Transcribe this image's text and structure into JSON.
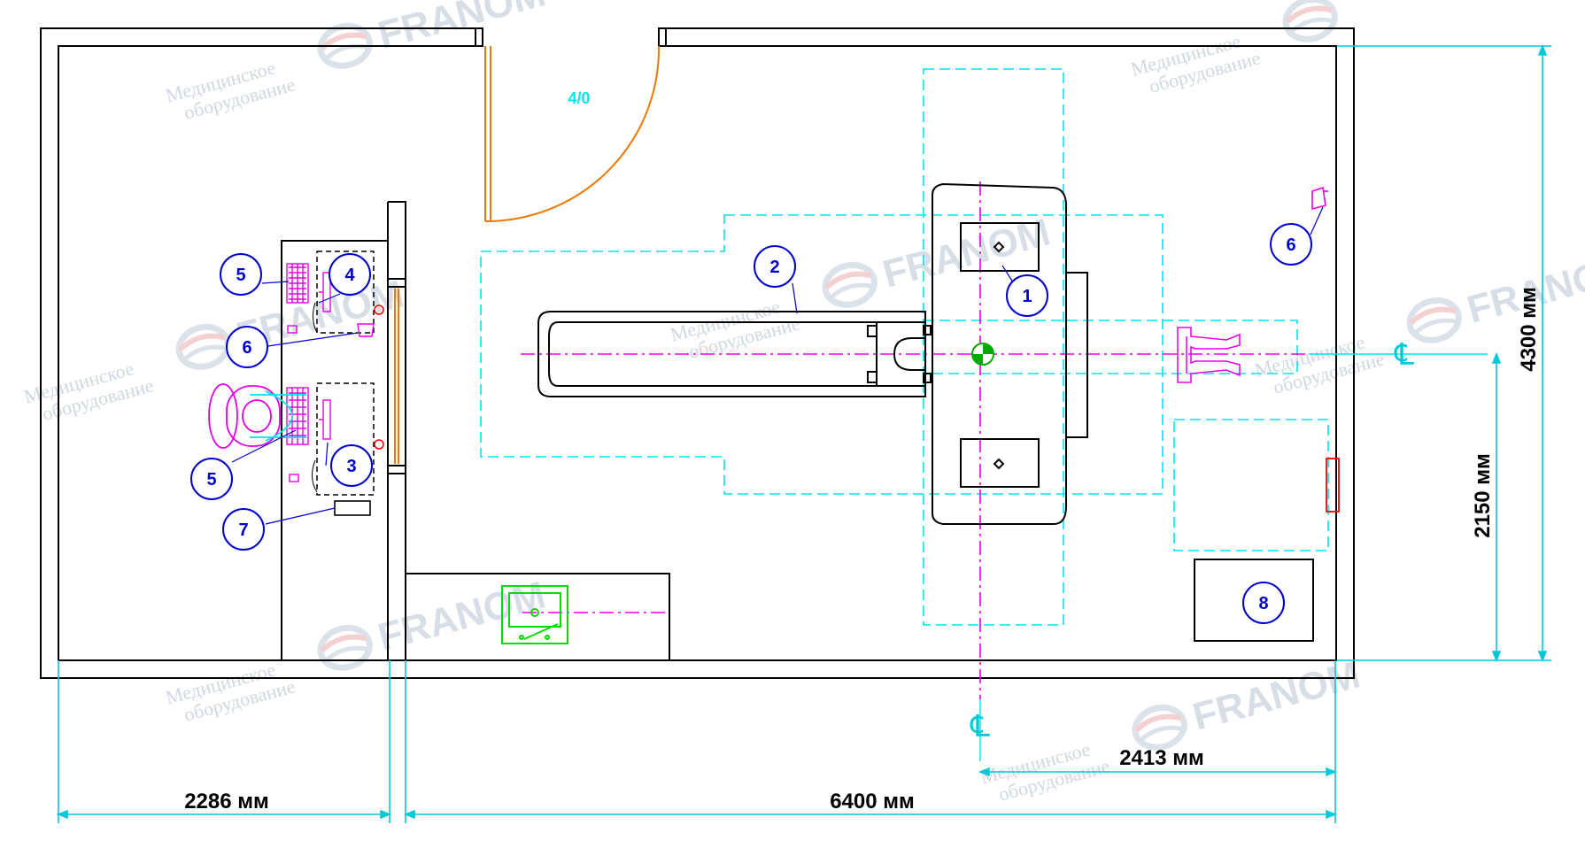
{
  "colors": {
    "wall": "#000000",
    "zone": "#00e5ee",
    "axis": "#e600e6",
    "door": "#f07800",
    "label": "#0000cc",
    "sink": "#00dd00",
    "alert": "#ff0000",
    "dimension": "#00c8d8",
    "watermark": "#c8d0dc"
  },
  "room": {
    "door_label": "4/0"
  },
  "markers": [
    "1",
    "2",
    "3",
    "4",
    "5",
    "5",
    "6",
    "6",
    "7",
    "8"
  ],
  "dimensions": {
    "control_room_width": "2286 мм",
    "exam_room_width": "6400 мм",
    "offset_width": "2413 мм",
    "room_depth": "4300 мм",
    "half_depth": "2150 мм"
  },
  "centerline_symbol": "℄",
  "watermark": {
    "line1": "Медицинское",
    "line2": "оборудование",
    "brand": "FRANOM"
  },
  "icons": [
    "centerline-icon",
    "franom-logo-icon"
  ]
}
